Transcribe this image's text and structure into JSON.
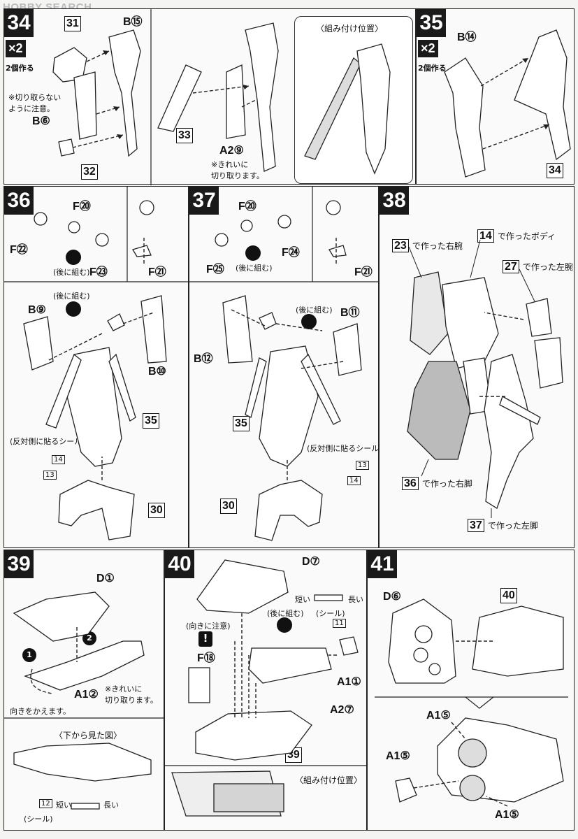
{
  "site": {
    "logo": "HOBBY SEARCH"
  },
  "steps": [
    {
      "num": "34",
      "multiplier": "×2",
      "make_two": "2個作る",
      "parts": [
        "31",
        "B⑮",
        "B⑥",
        "32",
        "33",
        "A2⑨"
      ],
      "note_cut": "※切り取らない\nように注意。",
      "note_clean": "※きれいに\n切り取ります。",
      "position_title": "〈組み付け位置〉"
    },
    {
      "num": "35",
      "multiplier": "×2",
      "make_two": "2個作る",
      "parts": [
        "B⑭",
        "34"
      ]
    },
    {
      "num": "36",
      "parts": [
        "F⑳",
        "F㉒",
        "F㉓",
        "F㉑",
        "B⑨",
        "B⑩",
        "35",
        "30"
      ],
      "later": "(後に組む)",
      "seal_opp": "(反対側に貼るシール)",
      "seal_a": "14",
      "seal_b": "13"
    },
    {
      "num": "37",
      "parts": [
        "F⑳",
        "F㉔",
        "F㉕",
        "F㉑",
        "B⑫",
        "B⑪",
        "35",
        "30"
      ],
      "later": "(後に組む)",
      "seal_opp": "(反対側に貼るシール)",
      "seal_a": "13",
      "seal_b": "14"
    },
    {
      "num": "38",
      "labels": [
        {
          "box": "23",
          "text": "で作った右腕"
        },
        {
          "box": "14",
          "text": "で作ったボディ"
        },
        {
          "box": "27",
          "text": "で作った左腕"
        },
        {
          "box": "36",
          "text": "で作った右脚"
        },
        {
          "box": "37",
          "text": "で作った左脚"
        }
      ]
    },
    {
      "num": "39",
      "parts": [
        "D①",
        "A1②"
      ],
      "arrow1": "1",
      "arrow2": "2",
      "note_clean": "※きれいに\n切り取ります。",
      "turn": "向きをかえます。",
      "bottom_view": "〈下から見た図〉",
      "seal_num": "12",
      "short": "短い",
      "long": "長い",
      "seal": "(シール)"
    },
    {
      "num": "40",
      "parts": [
        "D⑦",
        "F⑱",
        "A1①",
        "A2⑦",
        "39"
      ],
      "short": "短い",
      "long": "長い",
      "later": "(後に組む)",
      "seal": "(シール)",
      "seal_num": "11",
      "caution": "(向きに注意)",
      "position_title": "〈組み付け位置〉"
    },
    {
      "num": "41",
      "parts": [
        "D⑥",
        "40",
        "A1⑤",
        "A1⑤",
        "A1⑤"
      ]
    }
  ]
}
